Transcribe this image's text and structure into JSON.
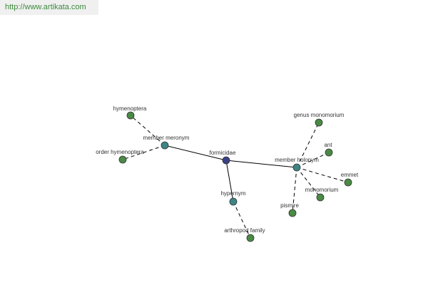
{
  "site": {
    "url": "http://www.artikata.com"
  },
  "graph": {
    "colors": {
      "center": "#3b3f86",
      "relation": "#3e8686",
      "leaf": "#4a8a44",
      "edge": "#000000",
      "stroke": "#333333"
    },
    "nodes": [
      {
        "id": "formicidae",
        "label": "formicidae",
        "kind": "center"
      },
      {
        "id": "member-meronym",
        "label": "member meronym",
        "kind": "relation"
      },
      {
        "id": "member-holonym",
        "label": "member holonym",
        "kind": "relation"
      },
      {
        "id": "hypernym",
        "label": "hypernym",
        "kind": "relation"
      },
      {
        "id": "hymenoptera",
        "label": "hymenoptera",
        "kind": "leaf"
      },
      {
        "id": "order-hymenoptera",
        "label": "order hymenoptera",
        "kind": "leaf"
      },
      {
        "id": "genus-monomorium",
        "label": "genus monomorium",
        "kind": "leaf"
      },
      {
        "id": "ant",
        "label": "ant",
        "kind": "leaf"
      },
      {
        "id": "emmet",
        "label": "emmet",
        "kind": "leaf"
      },
      {
        "id": "monomorium",
        "label": "monomorium",
        "kind": "leaf"
      },
      {
        "id": "pismire",
        "label": "pismire",
        "kind": "leaf"
      },
      {
        "id": "arthropod-family",
        "label": "arthropod family",
        "kind": "leaf"
      }
    ],
    "edges": [
      {
        "from": "formicidae",
        "to": "member-meronym",
        "style": "solid"
      },
      {
        "from": "formicidae",
        "to": "member-holonym",
        "style": "solid"
      },
      {
        "from": "formicidae",
        "to": "hypernym",
        "style": "solid"
      },
      {
        "from": "member-meronym",
        "to": "hymenoptera",
        "style": "dashed"
      },
      {
        "from": "member-meronym",
        "to": "order-hymenoptera",
        "style": "dashed"
      },
      {
        "from": "member-holonym",
        "to": "genus-monomorium",
        "style": "dashed"
      },
      {
        "from": "member-holonym",
        "to": "ant",
        "style": "dashed"
      },
      {
        "from": "member-holonym",
        "to": "emmet",
        "style": "dashed"
      },
      {
        "from": "member-holonym",
        "to": "monomorium",
        "style": "dashed"
      },
      {
        "from": "member-holonym",
        "to": "pismire",
        "style": "dashed"
      },
      {
        "from": "hypernym",
        "to": "arthropod-family",
        "style": "dashed"
      }
    ]
  }
}
